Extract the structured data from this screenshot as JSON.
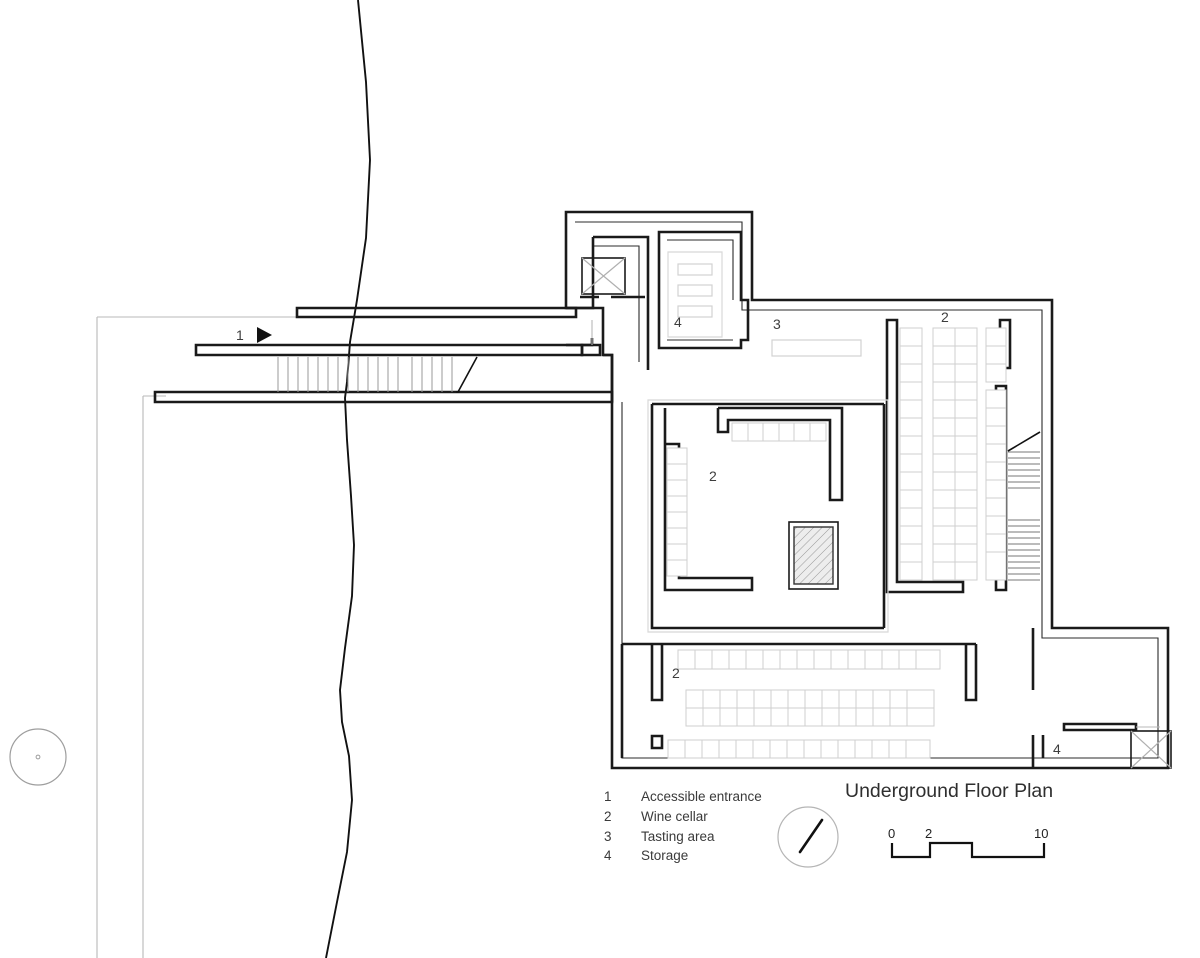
{
  "drawing": {
    "title": "Underground Floor Plan",
    "type": "architectural-floor-plan"
  },
  "legend": {
    "items": [
      {
        "num": "1",
        "label": "Accessible entrance"
      },
      {
        "num": "2",
        "label": "Wine cellar"
      },
      {
        "num": "3",
        "label": "Tasting area"
      },
      {
        "num": "4",
        "label": "Storage"
      }
    ]
  },
  "room_markers": [
    {
      "num": "1",
      "role": "accessible-entrance"
    },
    {
      "num": "4",
      "role": "storage-upper"
    },
    {
      "num": "3",
      "role": "tasting-area"
    },
    {
      "num": "2",
      "role": "wine-cellar-east"
    },
    {
      "num": "2",
      "role": "wine-cellar-central"
    },
    {
      "num": "2",
      "role": "wine-cellar-south"
    },
    {
      "num": "4",
      "role": "storage-lower"
    }
  ],
  "scale_bar": {
    "ticks": [
      "0",
      "2",
      "10"
    ],
    "unit_implied": "m"
  },
  "north_arrow": {
    "name": "north-arrow",
    "direction": "up-right"
  },
  "colors": {
    "wall": "#1a1a1a",
    "site_line": "#b9b9b9",
    "terrain_line": "#111111",
    "furniture": "#d2d2d2",
    "text": "#3a3a3a",
    "background": "#ffffff"
  }
}
